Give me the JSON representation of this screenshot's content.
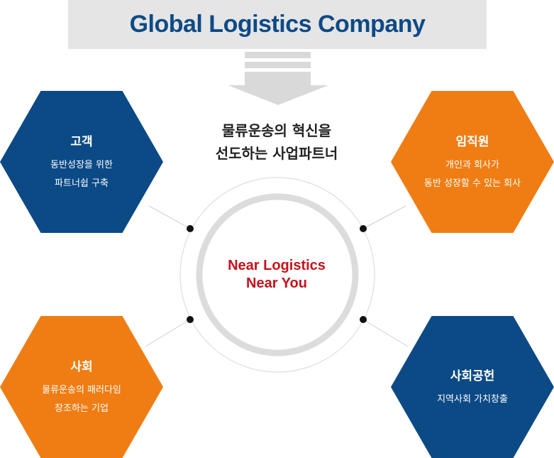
{
  "title": "Global Logistics Company",
  "tagline": {
    "line1": "물류운송의 혁신을",
    "line2": "선도하는 사업파트너"
  },
  "center": {
    "line1": "Near Logistics",
    "line2": "Near You"
  },
  "hexagons": [
    {
      "title": "고객",
      "lines": [
        "동반성장을 위한",
        "파트너쉽 구축"
      ]
    },
    {
      "title": "임직원",
      "lines": [
        "개인과 회사가",
        "동반 성장할 수 있는 회사"
      ]
    },
    {
      "title": "사회",
      "lines": [
        "물류운송의 패러다임",
        "창조하는 기업"
      ]
    },
    {
      "title": "사회공헌",
      "lines": [
        "지역사회 가치창출"
      ]
    }
  ],
  "colors": {
    "blue": "#0c4a86",
    "orange": "#ef7d14",
    "accent_red": "#c4121c",
    "title_blue": "#0d4a86"
  }
}
